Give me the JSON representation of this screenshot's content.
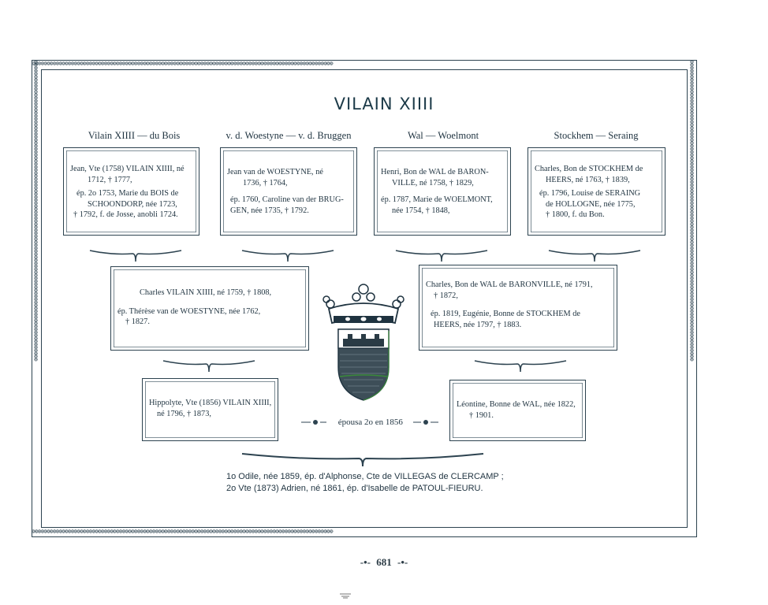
{
  "page": {
    "title": "VILAIN XIIII",
    "page_number": "681",
    "page_number_ornament_left": "-•-",
    "page_number_ornament_right": "-•-"
  },
  "columns": [
    {
      "heading": "Vilain XIIII — du Bois"
    },
    {
      "heading": "v. d. Woestyne — v. d. Bruggen"
    },
    {
      "heading": "Wal — Woelmont"
    },
    {
      "heading": "Stockhem — Seraing"
    }
  ],
  "grandparents": [
    {
      "lines": [
        "Jean, Vte (1758) VILAIN XIIII, né",
        "1712, † 1777,",
        "ép. 2o 1753, Marie du BOIS de",
        "SCHOONDORP, née 1723,",
        "† 1792, f. de Josse, anobli 1724."
      ]
    },
    {
      "lines": [
        "Jean van de WOESTYNE, né",
        "1736, † 1764,",
        "ép. 1760, Caroline van der BRUG-",
        "GEN, née 1735, † 1792."
      ]
    },
    {
      "lines": [
        "Henri, Bon de WAL de BARON-",
        "VILLE, né 1758, † 1829,",
        "ép. 1787, Marie de WOELMONT,",
        "née 1754, † 1848,"
      ]
    },
    {
      "lines": [
        "Charles, Bon de STOCKHEM de",
        "HEERS, né 1763, † 1839,",
        "ép. 1796, Louise de SERAING",
        "de HOLLOGNE, née 1775,",
        "† 1800, f. du Bon."
      ]
    }
  ],
  "parents": [
    {
      "lines": [
        "Charles VILAIN XIIII, né 1759, † 1808,",
        "ép. Thérèse van de WOESTYNE, née 1762,",
        "† 1827."
      ]
    },
    {
      "lines": [
        "Charles, Bon de WAL de BARONVILLE, né 1791,",
        "† 1872,",
        "ép. 1819, Eugénie, Bonne de STOCKHEM de",
        "HEERS, née 1797, † 1883."
      ]
    }
  ],
  "couple": [
    {
      "lines": [
        "Hippolyte, Vte (1856) VILAIN XIIII,",
        "né 1796, † 1873,"
      ]
    },
    {
      "lines": [
        "Léontine, Bonne de WAL, née 1822,",
        "† 1901."
      ]
    }
  ],
  "marriage": {
    "text": "épousa 2o en 1856"
  },
  "children": [
    "1o Odile, née 1859, ép. d'Alphonse, Cte de VILLEGAS de CLERCAMP ;",
    "2o Vte (1873) Adrien, né 1861, ép. d'Isabelle de PATOUL-FIEURU."
  ],
  "border_pattern": "⊚⊚⊚⊚⊚⊚⊚⊚⊚⊚⊚⊚⊚⊚⊚⊚⊚⊚⊚⊚⊚⊚⊚⊚⊚⊚⊚⊚⊚⊚⊚⊚⊚⊚⊚⊚⊚⊚⊚⊚⊚⊚⊚⊚⊚⊚⊚⊚⊚⊚⊚⊚⊚⊚⊚⊚⊚⊚⊚⊚⊚⊚⊚⊚⊚⊚⊚⊚⊚⊚⊚⊚⊚⊚⊚⊚⊚⊚⊚⊚⊚⊚⊚⊚⊚⊚⊚⊚⊚⊚⊚⊚⊚⊚⊚⊚⊚⊚⊚⊚",
  "colors": {
    "ink": "#1f3340",
    "frame": "#2d4350",
    "shield_green": "#3a8a3a"
  },
  "icons": [
    "coronet-icon",
    "coat-of-arms-shield-icon",
    "ornamental-brace-icon",
    "ornamental-dot-icon"
  ]
}
